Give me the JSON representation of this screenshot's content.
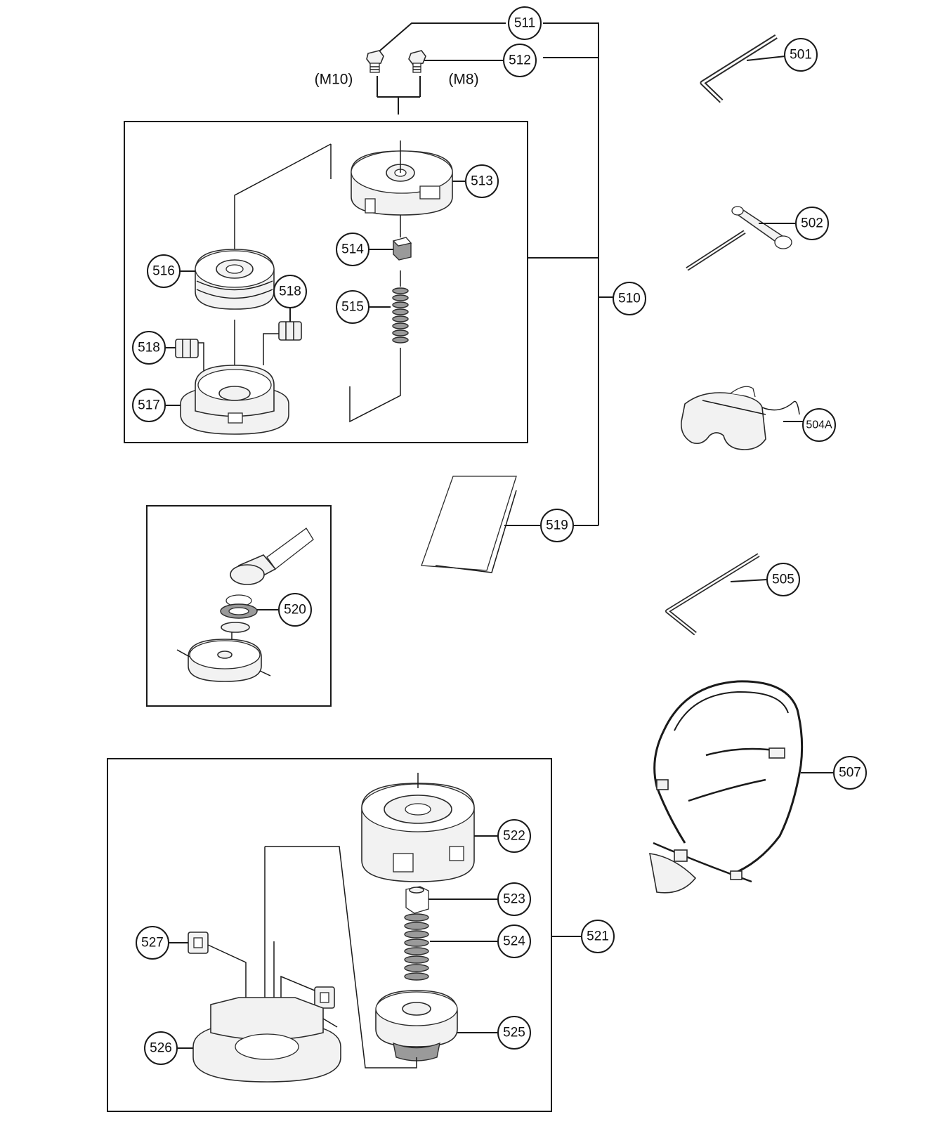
{
  "callouts": {
    "c501": "501",
    "c502": "502",
    "c504A": "504A",
    "c505": "505",
    "c507": "507",
    "c510": "510",
    "c511": "511",
    "c512": "512",
    "c513": "513",
    "c514": "514",
    "c515": "515",
    "c516": "516",
    "c517": "517",
    "c518a": "518",
    "c518b": "518",
    "c519": "519",
    "c520": "520",
    "c521": "521",
    "c522": "522",
    "c523": "523",
    "c524": "524",
    "c525": "525",
    "c526": "526",
    "c527": "527"
  },
  "size_labels": {
    "m10": "(M10)",
    "m8": "(M8)"
  }
}
